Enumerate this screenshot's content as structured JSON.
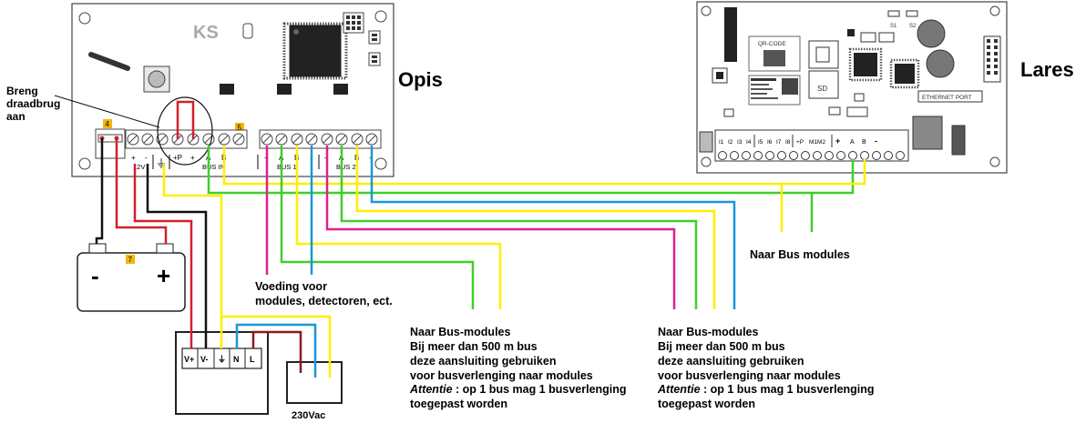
{
  "opis": {
    "title": "Opis",
    "logo": "KS",
    "terminal_labels": [
      "+",
      "-",
      "+P",
      "+",
      "A",
      "B",
      "+",
      "A",
      "B",
      "-",
      "+",
      "A",
      "B",
      "-"
    ],
    "group_labels": [
      "12V",
      "BUS IN",
      "BUS 1",
      "BUS 2"
    ],
    "badges": [
      "4",
      "5"
    ]
  },
  "lares": {
    "title": "Lares",
    "qr_label": "QR-CODE",
    "sd_label": "SD",
    "ethernet_label": "ETHERNET PORT",
    "switch_labels": [
      "S1",
      "S2"
    ],
    "terminal_labels": [
      "I1",
      "I2",
      "I3",
      "I4",
      "I5",
      "I6",
      "I7",
      "I8",
      "+P",
      "M1M2",
      "+",
      "A",
      "B",
      "-"
    ]
  },
  "battery": {
    "minus": "-",
    "plus": "+",
    "badge": "7"
  },
  "psu": {
    "terminals": [
      "V+",
      "V-",
      "⏚",
      "N",
      "L"
    ],
    "mains_label": "230Vac"
  },
  "labels": {
    "breng_draadbrug": [
      "Breng",
      "draadbrug",
      "aan"
    ],
    "voeding": [
      "Voeding voor",
      "modules, detectoren, ect."
    ],
    "naar_bus_modules": "Naar Bus modules",
    "bus_ext_left": {
      "lines": [
        "Naar Bus-modules",
        "Bij meer dan 500 m bus",
        "deze aansluiting gebruiken",
        "voor busverlenging naar modules"
      ],
      "attentie": "Attentie",
      "attentie_text": " : op 1 bus mag 1 busverlenging",
      "last": "toegepast worden"
    },
    "bus_ext_right": {
      "lines": [
        "Naar Bus-modules",
        "Bij meer dan 500 m bus",
        "deze aansluiting gebruiken",
        "voor busverlenging naar modules"
      ],
      "attentie": "Attentie",
      "attentie_text": " : op 1 bus mag 1 busverlenging",
      "last": "toegepast worden"
    }
  },
  "colors": {
    "red": "#d3202b",
    "darkred": "#8b1a1a",
    "black": "#111111",
    "yellow": "#ffee00",
    "green": "#3fcf2a",
    "magenta": "#e0208c",
    "blue": "#1a97d6"
  }
}
